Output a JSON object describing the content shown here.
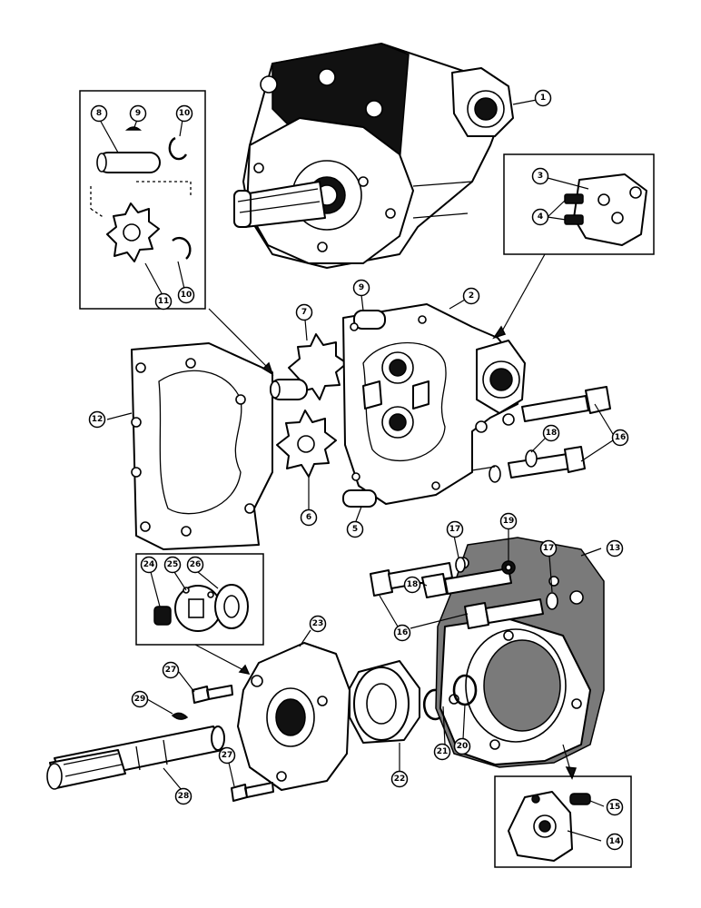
{
  "diagram": {
    "callouts": [
      {
        "id": "c1",
        "label": "1"
      },
      {
        "id": "c2",
        "label": "2"
      },
      {
        "id": "c3",
        "label": "3"
      },
      {
        "id": "c4",
        "label": "4"
      },
      {
        "id": "c5",
        "label": "5"
      },
      {
        "id": "c6",
        "label": "6"
      },
      {
        "id": "c7",
        "label": "7"
      },
      {
        "id": "c8",
        "label": "8"
      },
      {
        "id": "c9a",
        "label": "9"
      },
      {
        "id": "c9b",
        "label": "9"
      },
      {
        "id": "c10a",
        "label": "10"
      },
      {
        "id": "c10b",
        "label": "10"
      },
      {
        "id": "c11",
        "label": "11"
      },
      {
        "id": "c12",
        "label": "12"
      },
      {
        "id": "c13",
        "label": "13"
      },
      {
        "id": "c14",
        "label": "14"
      },
      {
        "id": "c15",
        "label": "15"
      },
      {
        "id": "c16a",
        "label": "16"
      },
      {
        "id": "c16b",
        "label": "16"
      },
      {
        "id": "c17a",
        "label": "17"
      },
      {
        "id": "c17b",
        "label": "17"
      },
      {
        "id": "c18a",
        "label": "18"
      },
      {
        "id": "c18b",
        "label": "18"
      },
      {
        "id": "c19",
        "label": "19"
      },
      {
        "id": "c20",
        "label": "20"
      },
      {
        "id": "c21",
        "label": "21"
      },
      {
        "id": "c22",
        "label": "22"
      },
      {
        "id": "c23",
        "label": "23"
      },
      {
        "id": "c24",
        "label": "24"
      },
      {
        "id": "c25",
        "label": "25"
      },
      {
        "id": "c26",
        "label": "26"
      },
      {
        "id": "c27a",
        "label": "27"
      },
      {
        "id": "c27b",
        "label": "27"
      },
      {
        "id": "c28",
        "label": "28"
      },
      {
        "id": "c29",
        "label": "29"
      }
    ]
  }
}
